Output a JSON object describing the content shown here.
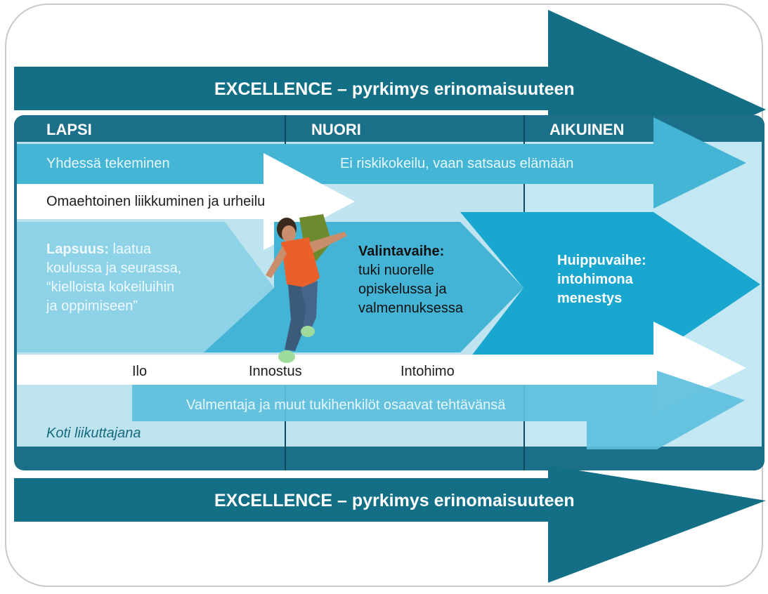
{
  "excellence": {
    "top": "EXCELLENCE – pyrkimys erinomaisuuteen",
    "bottom": "EXCELLENCE – pyrkimys erinomaisuuteen"
  },
  "stages": [
    {
      "label": "LAPSI"
    },
    {
      "label": "NUORI"
    },
    {
      "label": "AIKUINEN"
    }
  ],
  "rows": {
    "yhdessa": "Yhdessä tekeminen",
    "riski": "Ei riskikokeilu, vaan satsaus elämään",
    "omaehtoinen": "Omaehtoinen liikkuminen ja urheilu",
    "emotions": [
      "Ilo",
      "Innostus",
      "Intohimo"
    ],
    "valmentaja": "Valmentaja ja muut tukihenkilöt osaavat tehtävänsä",
    "koti": "Koti liikuttajana"
  },
  "phases": [
    {
      "title": "Lapsuus:",
      "lines": [
        "laatua",
        "koulussa ja seurassa,",
        "“kielloista kokeiluihin",
        "ja oppimiseen”"
      ]
    },
    {
      "title": "Valintavaihe:",
      "lines": [
        "tuki nuorelle",
        "opiskelussa ja",
        "valmennuksessa"
      ]
    },
    {
      "title": "Huippuvaihe:",
      "lines": [
        "intohimona",
        "menestys"
      ]
    }
  ],
  "colors": {
    "dark_teal": "#136f86",
    "mid_blue": "#45b5d6",
    "light_blue": "#8dd2e7",
    "pale_blue": "#c4e8f3",
    "bright_blue": "#1aa7cf",
    "white": "#ffffff"
  }
}
